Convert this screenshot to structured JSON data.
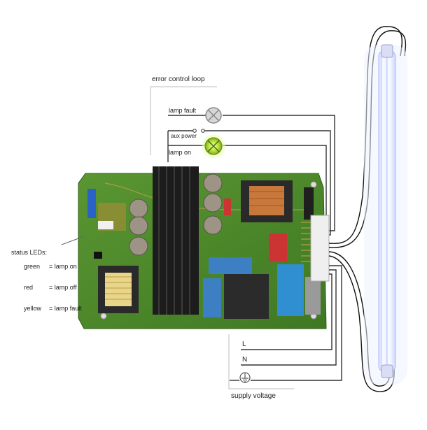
{
  "labels": {
    "error_control_loop": "error control loop",
    "lamp_fault": "lamp fault",
    "aux_power": "aux power",
    "lamp_on": "lamp  on",
    "supply_voltage": "supply voltage",
    "terminal_l": "L",
    "terminal_n": "N"
  },
  "status_leds": {
    "title": "status LEDs:",
    "items": [
      {
        "color": "green",
        "meaning": "= lamp on"
      },
      {
        "color": "red",
        "meaning": "= lamp off"
      },
      {
        "color": "yellow",
        "meaning": "= lamp fault"
      }
    ]
  },
  "colors": {
    "pcb": "#4f8a2b",
    "heatsink": "#1c1c1c",
    "lamp_glow": "#c9d2ff",
    "indicator_on": "#b7e23a",
    "indicator_off": "#d6d6d6",
    "capacitor_blue": "#3c7fc2"
  }
}
